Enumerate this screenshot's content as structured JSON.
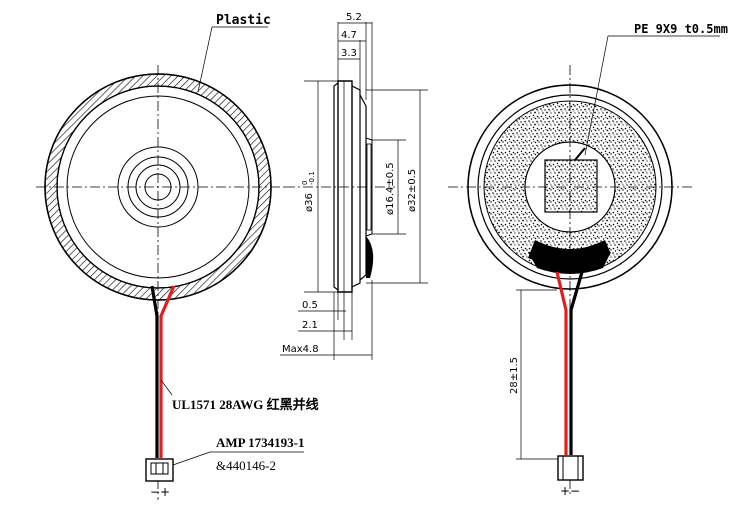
{
  "labels": {
    "plastic": "Plastic",
    "pe_pad": "PE 9X9 t0.5mm",
    "wire": "UL1571 28AWG 红黑并线",
    "amp": "AMP 1734193-1",
    "amp_alt": "&440146-2",
    "polarity_left": "−+",
    "polarity_right": "+−"
  },
  "dimensions": {
    "d52": "5.2",
    "d47": "4.7",
    "d33": "3.3",
    "d05": "0.5",
    "d21": "2.1",
    "max48": "Max4.8",
    "dia36_main": "ø36",
    "dia36_tol_top": "0",
    "dia36_tol_bottom": "-0.1",
    "dia164": "ø16.4±0.5",
    "dia32": "ø32±0.5",
    "len28": "28±1.5"
  },
  "colors": {
    "wire_red": "#e41e1e",
    "wire_black": "#000000",
    "line": "#000000"
  }
}
